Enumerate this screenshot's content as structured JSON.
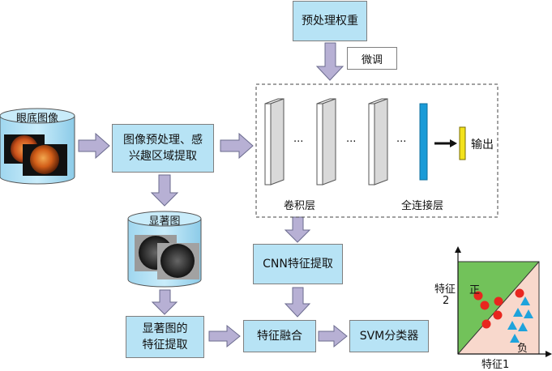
{
  "preprocess_weights": "预处理权重",
  "finetune": "微调",
  "fundus_db": "眼底图像",
  "preprocess_roi": {
    "line1": "图像预处理、感",
    "line2": "兴趣区域提取"
  },
  "saliency_db": "显著图",
  "saliency_feature": {
    "line1": "显著图的",
    "line2": "特征提取"
  },
  "cnn_extract": "CNN特征提取",
  "feature_fusion": "特征融合",
  "svm": "SVM分类器",
  "conv_layer": "卷积层",
  "fc_layer": "全连接层",
  "output": "输出",
  "ellipsis": "···",
  "svm_plot": {
    "y_axis_line1": "特征",
    "y_axis_line2": "2",
    "x_axis": "特征1",
    "positive": "正",
    "negative": "负",
    "colors": {
      "positive_region": "#72c25a",
      "negative_region": "#f8d8cc",
      "circle": "#e8261f",
      "triangle": "#1ea3dc"
    }
  },
  "colors": {
    "box_fill": "#b7e3f5",
    "arrow_fill": "#b7b0d4",
    "fc_bar": "#1a9bd7",
    "output_bar": "#f3e21b"
  }
}
